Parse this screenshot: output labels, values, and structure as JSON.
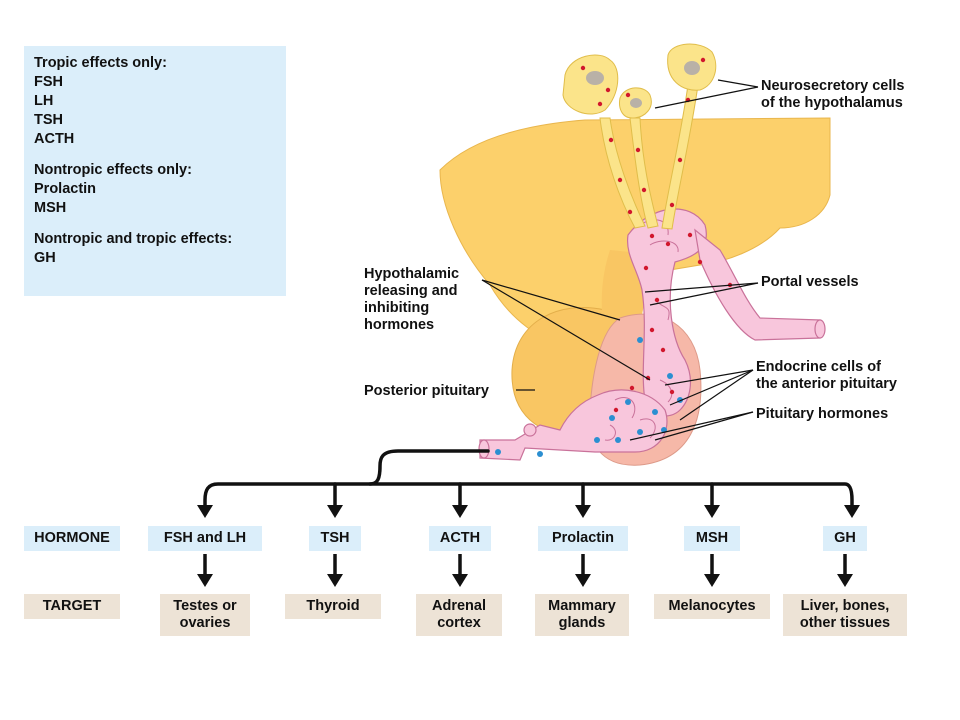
{
  "legend": {
    "groups": [
      {
        "heading": "Tropic effects only:",
        "items": [
          "FSH",
          "LH",
          "TSH",
          "ACTH"
        ]
      },
      {
        "heading": "Nontropic effects only:",
        "items": [
          "Prolactin",
          "MSH"
        ]
      },
      {
        "heading": "Nontropic and tropic effects:",
        "items": [
          "GH"
        ]
      }
    ]
  },
  "labels": {
    "neurosecretory": [
      "Neurosecretory cells",
      "of the hypothalamus"
    ],
    "releasing": [
      "Hypothalamic",
      "releasing and",
      "inhibiting",
      "hormones"
    ],
    "portal": [
      "Portal vessels"
    ],
    "endocrine": [
      "Endocrine cells of",
      "the anterior pituitary"
    ],
    "posterior": [
      "Posterior pituitary"
    ],
    "pituitary_hormones": [
      "Pituitary hormones"
    ]
  },
  "row_headers": {
    "hormone": "HORMONE",
    "target": "TARGET"
  },
  "hormones": [
    {
      "hormone": "FSH and LH",
      "target": [
        "Testes or",
        "ovaries"
      ]
    },
    {
      "hormone": "TSH",
      "target": [
        "Thyroid"
      ]
    },
    {
      "hormone": "ACTH",
      "target": [
        "Adrenal",
        "cortex"
      ]
    },
    {
      "hormone": "Prolactin",
      "target": [
        "Mammary",
        "glands"
      ]
    },
    {
      "hormone": "MSH",
      "target": [
        "Melanocytes"
      ]
    },
    {
      "hormone": "GH",
      "target": [
        "Liver, bones,",
        "other tissues"
      ]
    }
  ],
  "colors": {
    "hypothalamus": "#fcd06b",
    "posterior_pituitary": "#f9c663",
    "anterior_pituitary": "#f6b8a8",
    "vessels": "#f8c6dc",
    "vessel_outline": "#c9729a",
    "cell_body": "#fbe48a",
    "releasing_hormone_dots": "#d1172d",
    "pituitary_hormone_dots": "#2b8fd1",
    "hormone_box": "#dbeefa",
    "target_box": "#ede3d6",
    "arrows": "#111111"
  }
}
